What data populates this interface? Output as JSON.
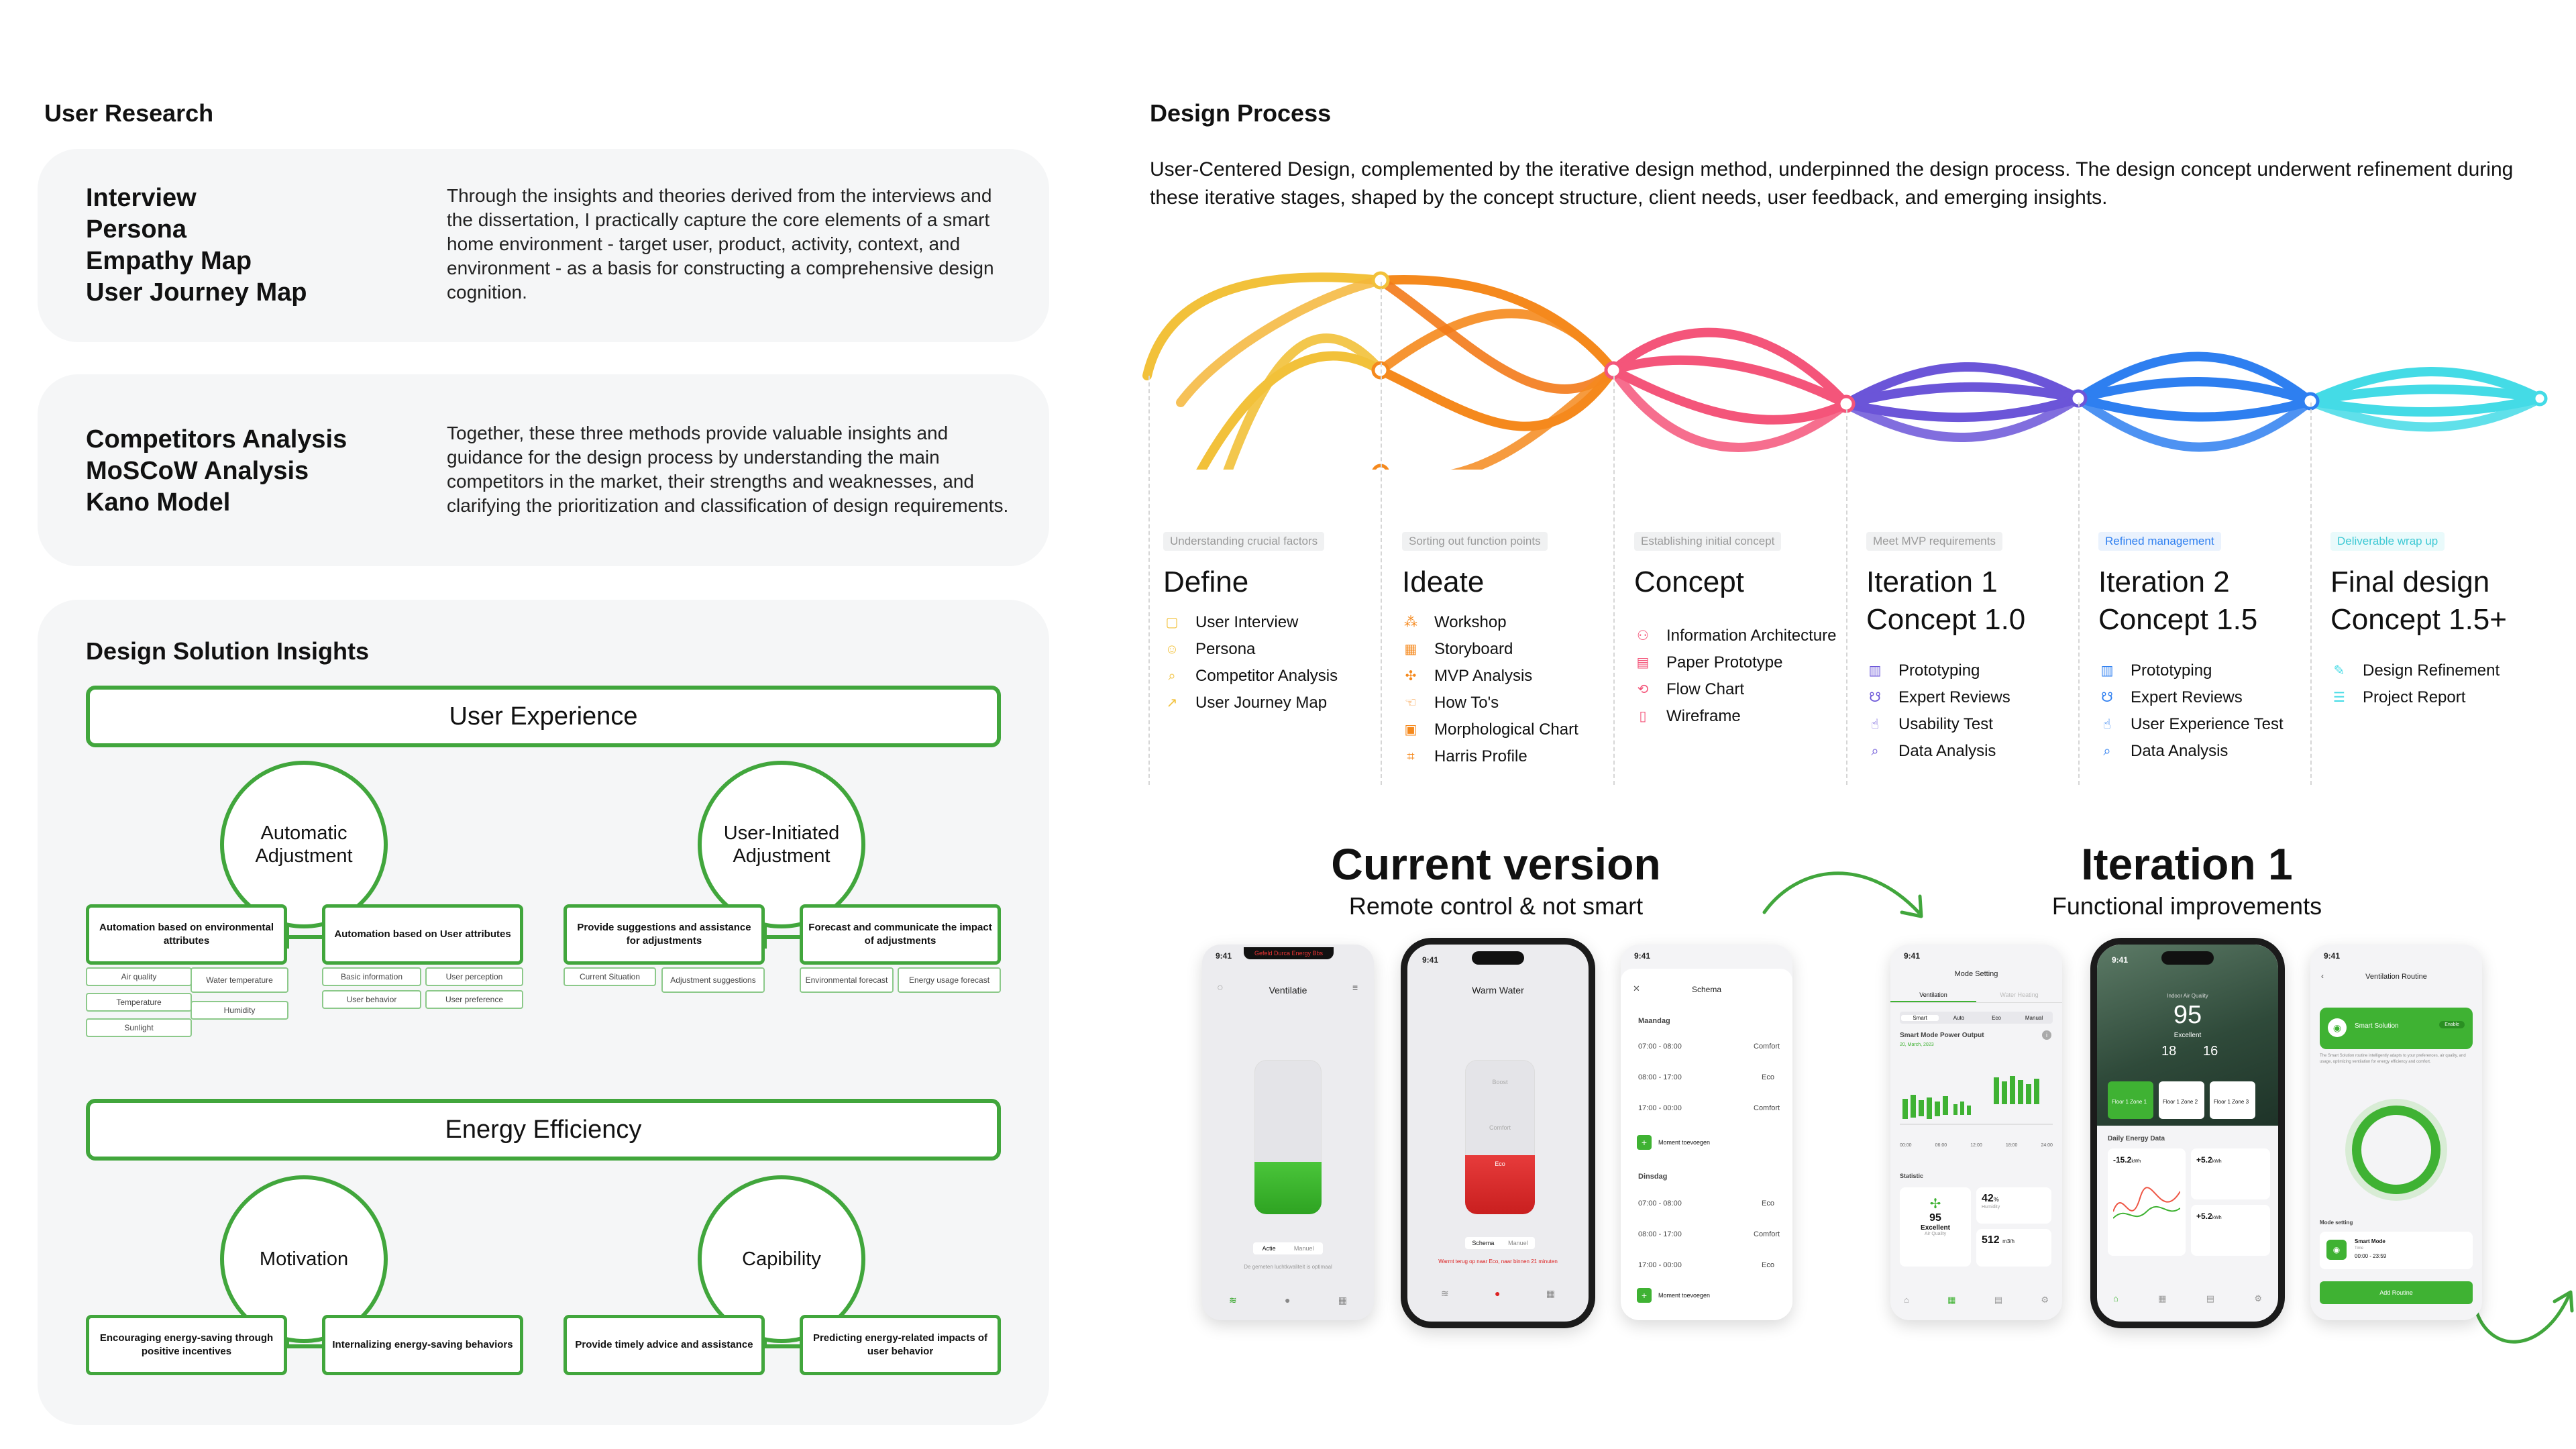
{
  "user_research": {
    "title": "User Research",
    "card1": {
      "items": [
        "Interview",
        "Persona",
        "Empathy Map",
        "User Journey Map"
      ],
      "text": "Through the insights and theories derived from the interviews and the dissertation, I practically capture the core elements of a smart home environment - target user, product, activity, context, and environment - as a basis for constructing a comprehensive design cognition."
    },
    "card2": {
      "items": [
        "Competitors Analysis",
        "MoSCoW Analysis",
        "Kano Model"
      ],
      "text": "Together, these three methods provide valuable insights and guidance for the design process by understanding the main competitors in the market, their strengths and weaknesses, and clarifying the prioritization and classification of design requirements."
    }
  },
  "insights": {
    "title": "Design Solution Insights",
    "ux": {
      "title": "User Experience",
      "circles": [
        "Automatic Adjustment",
        "User-Initiated Adjustment"
      ],
      "boxes": [
        "Automation based on environmental attributes",
        "Automation based on User attributes",
        "Provide suggestions and assistance for adjustments",
        "Forecast and communicate the impact of adjustments"
      ],
      "tags": {
        "env": [
          "Air quality",
          "Water temperature",
          "Temperature",
          "Humidity",
          "Sunlight"
        ],
        "user": [
          "Basic information",
          "User perception",
          "User behavior",
          "User preference"
        ],
        "suggest": [
          "Current Situation",
          "Adjustment suggestions"
        ],
        "forecast": [
          "Environmental forecast",
          "Energy usage forecast"
        ]
      }
    },
    "ee": {
      "title": "Energy Efficiency",
      "circles": [
        "Motivation",
        "Capibility"
      ],
      "boxes": [
        "Encouraging energy-saving through positive incentives",
        "Internalizing energy-saving behaviors",
        "Provide timely advice and assistance",
        "Predicting energy-related impacts of user behavior"
      ]
    }
  },
  "design_process": {
    "title": "Design Process",
    "intro": "User-Centered Design, complemented by the iterative design method, underpinned the design process. The design concept underwent refinement during these iterative stages, shaped by the concept structure, client needs, user feedback, and emerging insights.",
    "colors": {
      "define": "#f2c13a",
      "ideate": "#f5891d",
      "concept": "#f4557a",
      "iter1": "#6b55d8",
      "iter2": "#2e7ff0",
      "final": "#44dbe6"
    },
    "stages": [
      {
        "pill": "Understanding crucial factors",
        "title": [
          "Define"
        ],
        "items": [
          "User Interview",
          "Persona",
          "Competitor Analysis",
          "User Journey Map"
        ]
      },
      {
        "pill": "Sorting out function points",
        "title": [
          "Ideate"
        ],
        "items": [
          "Workshop",
          "Storyboard",
          "MVP Analysis",
          "How To's",
          "Morphological Chart",
          "Harris Profile"
        ]
      },
      {
        "pill": "Establishing initial concept",
        "title": [
          "Concept"
        ],
        "items": [
          "Information Architecture",
          "Paper Prototype",
          "Flow Chart",
          "Wireframe"
        ]
      },
      {
        "pill": "Meet MVP requirements",
        "title": [
          "Iteration 1",
          "Concept 1.0"
        ],
        "items": [
          "Prototyping",
          "Expert Reviews",
          "Usability Test",
          "Data Analysis"
        ]
      },
      {
        "pill": "Refined management",
        "title": [
          "Iteration 2",
          "Concept 1.5"
        ],
        "items": [
          "Prototyping",
          "Expert Reviews",
          "User Experience Test",
          "Data Analysis"
        ]
      },
      {
        "pill": "Deliverable wrap up",
        "title": [
          "Final design",
          "Concept 1.5+"
        ],
        "items": [
          "Design Refinement",
          "Project Report"
        ]
      }
    ]
  },
  "versions": {
    "current": {
      "title": "Current version",
      "subtitle": "Remote control & not smart"
    },
    "iteration": {
      "title": "Iteration 1",
      "subtitle": "Functional improvements"
    }
  },
  "phones": {
    "time": "9:41",
    "p1": {
      "alert": "Gefeld Durca Energy Bbs",
      "title": "Ventilatie",
      "tabs": [
        "Actie",
        "Manuel"
      ],
      "footer": "De gemeten luchtkwaliteit is optimaal"
    },
    "p2": {
      "title": "Warm Water",
      "labels": [
        "Boost",
        "Comfort",
        "Eco"
      ],
      "tabs": [
        "Schema",
        "Manuel"
      ],
      "footer": "Warmt terug op naar Eco, naar binnen 21 minuten"
    },
    "p3": {
      "title": "Schema",
      "day1": "Maandag",
      "day2": "Dinsdag",
      "rows": [
        [
          "07:00 - 08:00",
          "Comfort"
        ],
        [
          "08:00 - 17:00",
          "Eco"
        ],
        [
          "17:00 - 00:00",
          "Comfort"
        ]
      ],
      "add": "Moment toevoegen"
    },
    "p4": {
      "title": "Mode Setting",
      "tabs": [
        "Ventilation",
        "Water Heating"
      ],
      "modes": [
        "Smart",
        "Auto",
        "Eco",
        "Manual"
      ],
      "chart_title": "Smart Mode Power Output",
      "date": "20, March, 2023",
      "times": [
        "00:00",
        "06:00",
        "12:00",
        "18:00",
        "24:00"
      ],
      "stat_title": "Statistic",
      "score": "95",
      "score_label": "Excellent",
      "score_sub": "Air Quality",
      "humidity": "42",
      "humidity_unit": "%",
      "humidity_label": "Humidity",
      "power": "512",
      "power_unit": "m3/h"
    },
    "p5": {
      "label": "Indoor Air Quality",
      "score": "95",
      "score_label": "Excellent",
      "temp_in": "18",
      "temp_out": "16",
      "zones": [
        "Floor 1 Zone 1",
        "Floor 1 Zone 2",
        "Floor 1 Zone 3"
      ],
      "daily": "Daily Energy Data",
      "v1": "-15.2",
      "v1_unit": "kWh",
      "v2": "+5.2",
      "v2_unit": "kWh",
      "v3": "+5.2",
      "v3_unit": "kWh"
    },
    "p6": {
      "title": "Ventilation Routine",
      "card": "Smart Solution",
      "toggle": "Enable",
      "desc": "The Smart Solution routine intelligently adapts to your preferences, air quality, and usage, optimizing ventilation for energy efficiency and comfort.",
      "mode_setting": "Mode setting",
      "mode_name": "Smart Mode",
      "mode_time_label": "Time",
      "mode_time": "00:00 - 23:59",
      "button": "Add Routine"
    }
  }
}
